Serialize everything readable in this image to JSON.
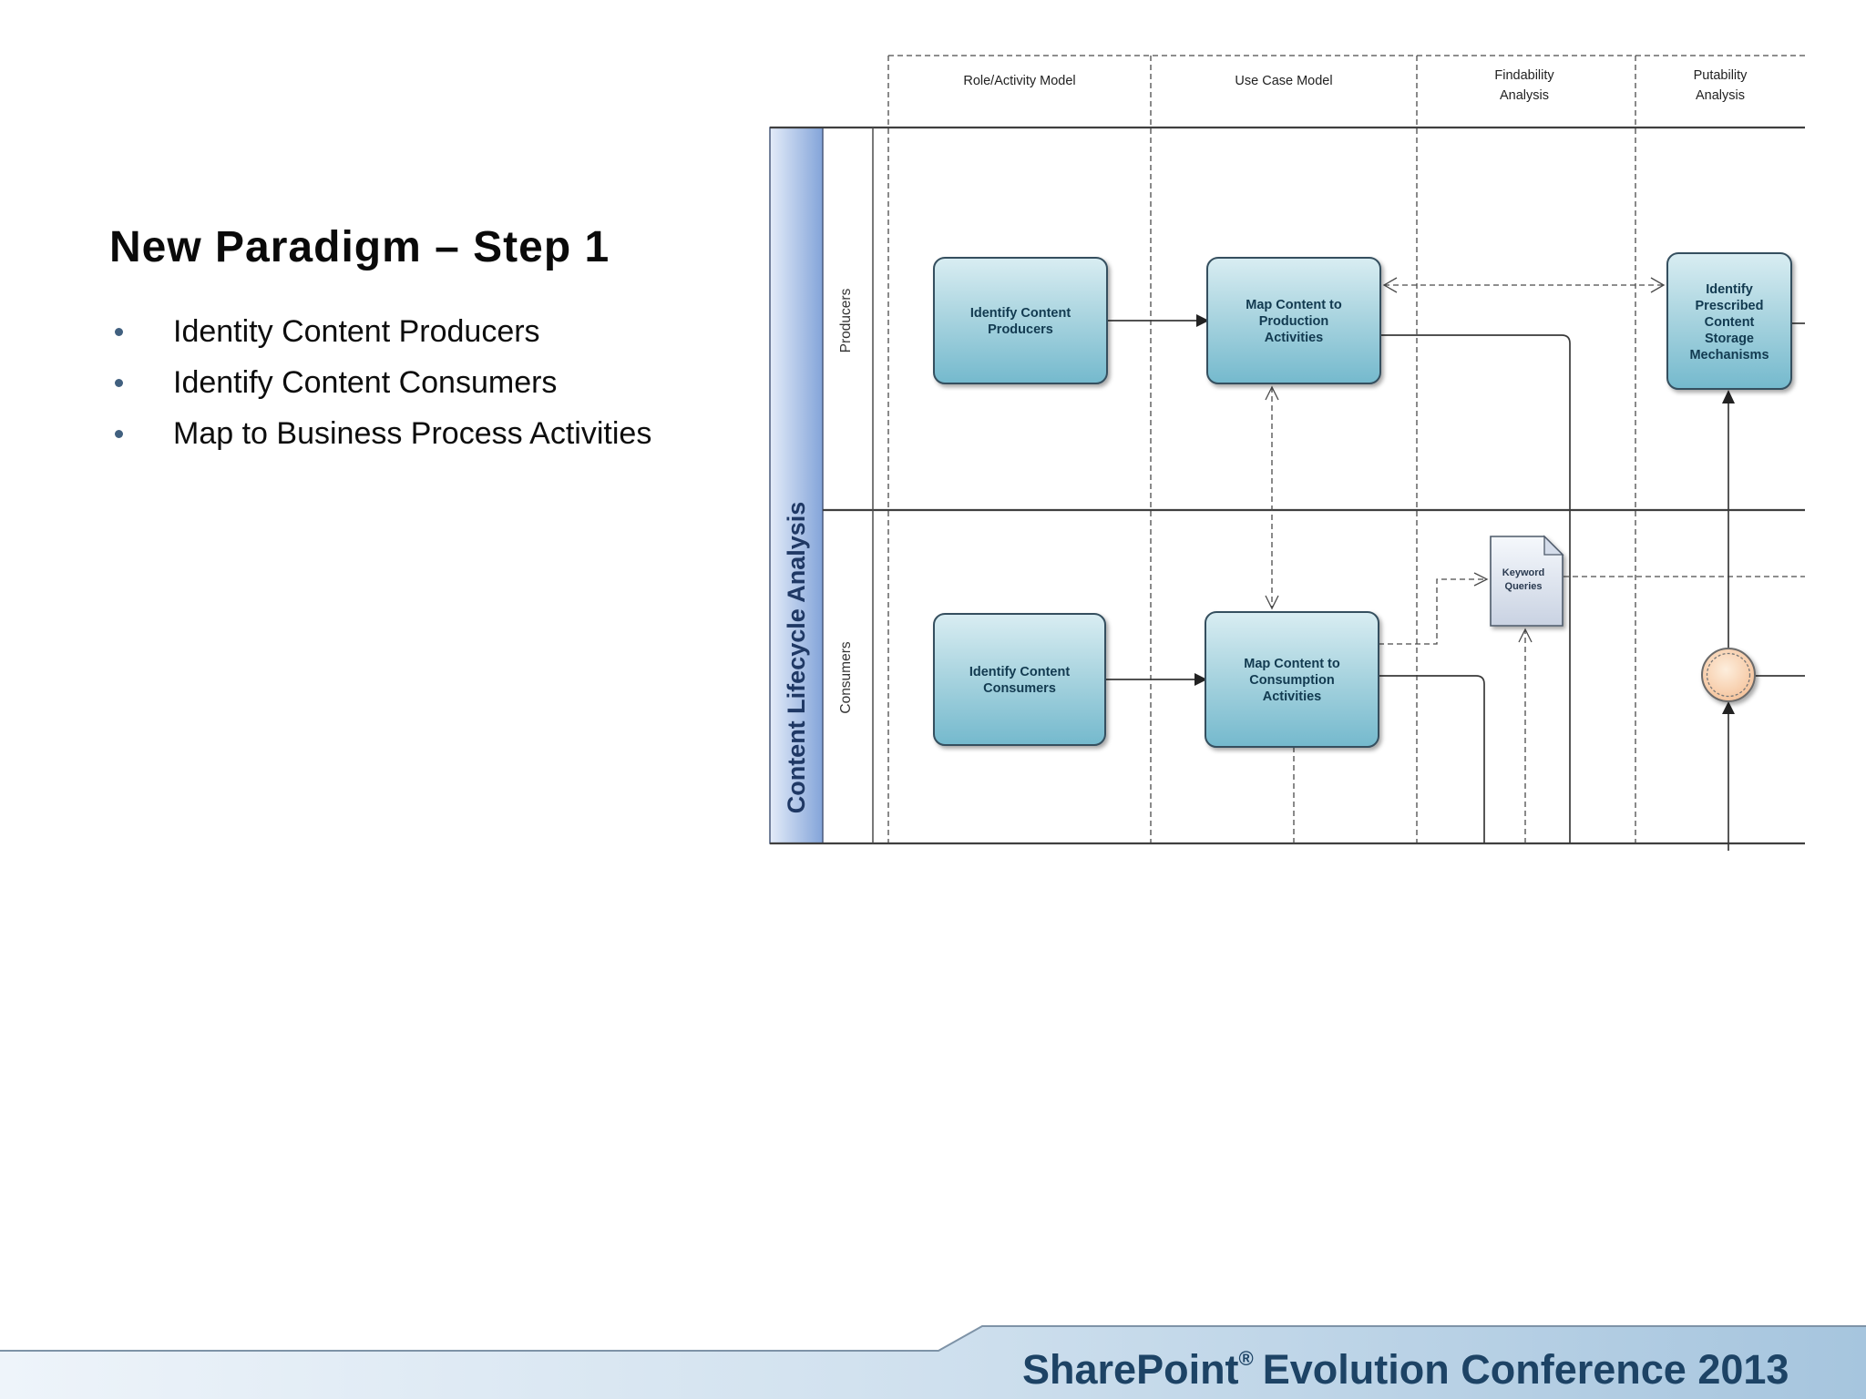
{
  "slide": {
    "title": "New Paradigm – Step 1",
    "bullets": [
      "Identity Content Producers",
      "Identify Content Consumers",
      "Map to Business Process Activities"
    ]
  },
  "diagram": {
    "pool_label": "Content Lifecycle Analysis",
    "lane_labels": [
      "Producers",
      "Consumers"
    ],
    "column_headers": [
      [
        "Role/Activity Model"
      ],
      [
        "Use Case Model"
      ],
      [
        "Findability",
        "Analysis"
      ],
      [
        "Putability",
        "Analysis"
      ]
    ],
    "boxes": {
      "identify_producers": {
        "lines": [
          "Identify Content",
          "Producers"
        ]
      },
      "map_production": {
        "lines": [
          "Map Content to",
          "Production",
          "Activities"
        ]
      },
      "identify_prescribed": {
        "lines": [
          "Identify",
          "Prescribed",
          "Content",
          "Storage",
          "Mechanisms"
        ]
      },
      "identify_consumers": {
        "lines": [
          "Identify Content",
          "Consumers"
        ]
      },
      "map_consumption": {
        "lines": [
          "Map Content to",
          "Consumption",
          "Activities"
        ]
      }
    },
    "document": {
      "lines": [
        "Keyword",
        "Queries"
      ]
    },
    "colors": {
      "task_fill_top": "#d9edf2",
      "task_fill_bottom": "#74b9cd",
      "task_border": "#35505f",
      "task_text": "#123a50",
      "pool_band_light": "#e4ecf9",
      "pool_band_dark": "#83a4d9",
      "pool_label_text": "#1f3864",
      "event_fill": "#f3b98c",
      "connector": "#3a3a3a"
    }
  },
  "footer": {
    "brand": "SharePoint",
    "trademark": "®",
    "rest": "Evolution Conference 2013",
    "text_color": "#1d4365",
    "bar_light": "#eef4fa",
    "bar_dark": "#a6c5de"
  }
}
